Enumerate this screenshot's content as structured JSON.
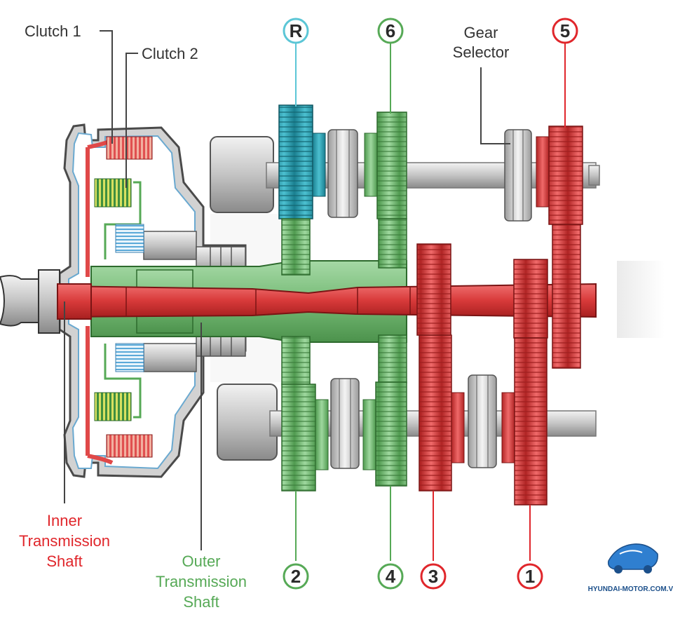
{
  "labels": {
    "clutch1": "Clutch 1",
    "clutch2": "Clutch 2",
    "gear_selector_line1": "Gear",
    "gear_selector_line2": "Selector",
    "inner_shaft_line1": "Inner",
    "inner_shaft_line2": "Transmission",
    "inner_shaft_line3": "Shaft",
    "outer_shaft_line1": "Outer",
    "outer_shaft_line2": "Transmission",
    "outer_shaft_line3": "Shaft"
  },
  "gears": {
    "reverse": "R",
    "sixth": "6",
    "fifth": "5",
    "second": "2",
    "fourth": "4",
    "third": "3",
    "first": "1"
  },
  "watermark": "HYUNDAI-MOTOR.COM.VN",
  "colors": {
    "inner_red": "#e04848",
    "inner_red_dark": "#b82a2a",
    "outer_green": "#7cc07c",
    "outer_green_dark": "#3d8a3d",
    "reverse_teal": "#2aa3b8",
    "reverse_ring": "#5bc6d6",
    "housing_gray": "#bdbdbd",
    "label_red": "#e0262b",
    "label_green": "#56a956"
  }
}
